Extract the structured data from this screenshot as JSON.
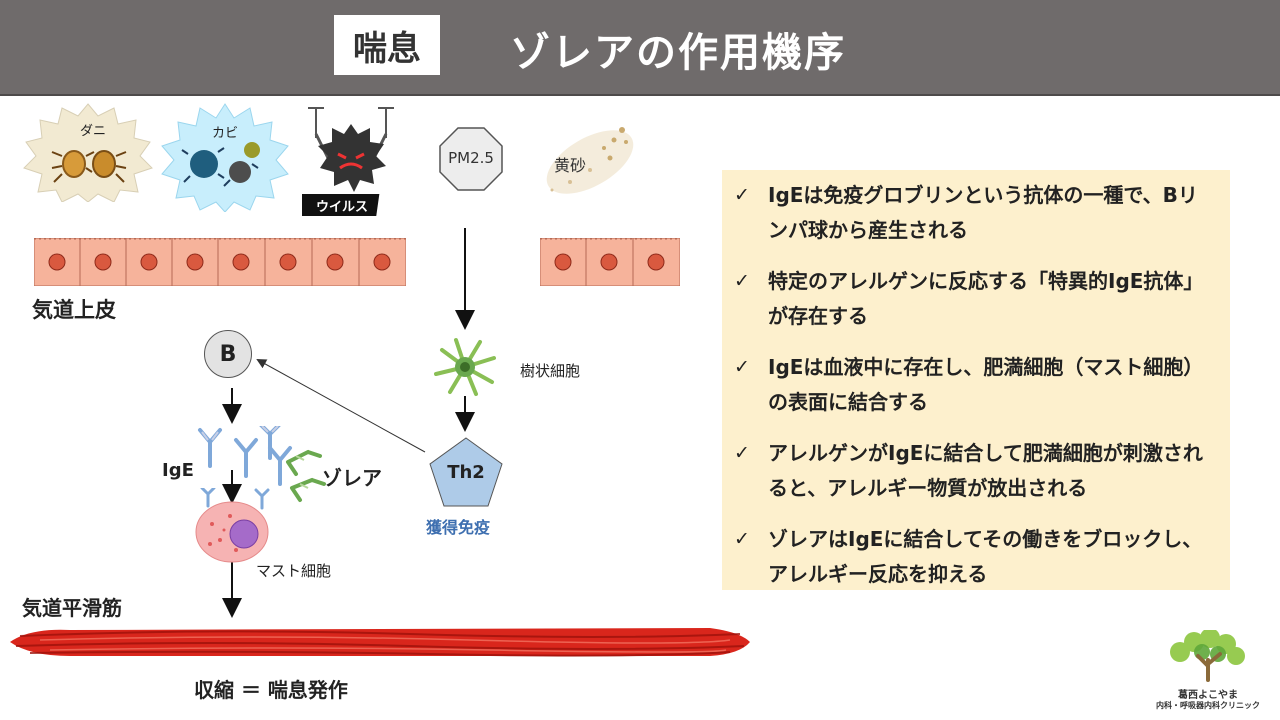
{
  "header": {
    "badge": "喘息",
    "title": "ゾレアの作用機序"
  },
  "allergens": {
    "mite": "ダニ",
    "mold": "カビ",
    "virus": "ウイルス",
    "pm25": "PM2.5",
    "sand": "黄砂"
  },
  "labels": {
    "epithelium": "気道上皮",
    "b_cell": "B",
    "dendritic": "樹状細胞",
    "th2": "Th2",
    "acquired": "獲得免疫",
    "ige": "IgE",
    "xolair": "ゾレア",
    "mast": "マスト細胞",
    "smooth_muscle": "気道平滑筋",
    "result": "収縮 ＝ 喘息発作"
  },
  "points": [
    "IgEは免疫グロブリンという抗体の一種で、Bリンパ球から産生される",
    "特定のアレルゲンに反応する「特異的IgE抗体」が存在する",
    "IgEは血液中に存在し、肥満細胞（マスト細胞）の表面に結合する",
    "アレルゲンがIgEに結合して肥満細胞が刺激されると、アレルギー物質が放出される",
    "ゾレアはIgEに結合してその働きをブロックし、アレルギー反応を抑える"
  ],
  "check_mark": "✓",
  "clinic": {
    "name": "葛西よこやま",
    "sub": "内科・呼吸器内科クリニック"
  },
  "colors": {
    "header_bg": "#6f6b6b",
    "panel_bg": "#fdf0cd",
    "cell_fill": "#f6b39b",
    "th2_fill": "#aecbe8",
    "acquired_text": "#3e6fb0",
    "xolair_green": "#6aa84f",
    "ige_blue": "#7fa8d9"
  }
}
